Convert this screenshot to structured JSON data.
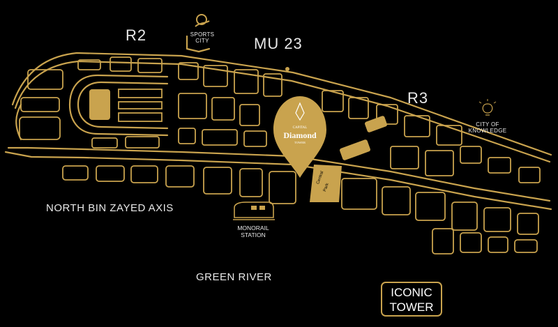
{
  "labels": {
    "r2": "R2",
    "mu23": "MU 23",
    "r3": "R3",
    "sports_city": [
      "SPORTS",
      "CITY"
    ],
    "city_of_knowledge": [
      "CITY OF",
      "KNOWLEDGE"
    ],
    "north_bin_zayed": "NORTH BIN ZAYED AXIS",
    "monorail_station": [
      "MONORAIL",
      "STATION"
    ],
    "green_river": "GREEN RIVER",
    "iconic_tower": [
      "ICONIC",
      "TOWER"
    ]
  },
  "pin": {
    "brand_top": "CAPITAL",
    "brand_main": "Diamond",
    "brand_sub": "TOWER"
  },
  "parks": {
    "central_park": [
      "Central",
      "Park"
    ]
  },
  "colors": {
    "background": "#000000",
    "gold": "#c9a34e",
    "text": "#e8e8e8"
  },
  "icons": [
    "sports-city-icon",
    "lightbulb-icon",
    "monorail-train-icon",
    "location-pin-icon"
  ]
}
